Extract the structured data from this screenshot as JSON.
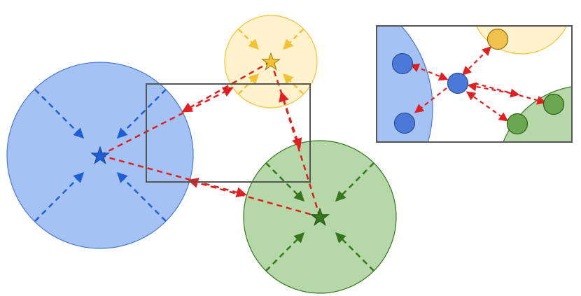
{
  "colors": {
    "background": "#ffffff",
    "blue_fill": "#a4c2f4",
    "blue_stroke": "#4a79d3",
    "blue_arrow": "#1f5fd6",
    "blue_node": "#4a79d9",
    "yellow_fill": "#fff2cc",
    "yellow_stroke": "#f1c232",
    "yellow_arrow": "#f1c232",
    "yellow_node": "#f1c24b",
    "green_fill": "#b6d7a8",
    "green_stroke": "#38761d",
    "green_arrow": "#38761d",
    "green_node": "#6aa84f",
    "inter_arrow": "#e02020",
    "frame": "#555555"
  },
  "clusters": [
    {
      "name": "blue",
      "center_icon": "star-icon"
    },
    {
      "name": "yellow",
      "center_icon": "star-icon"
    },
    {
      "name": "green",
      "center_icon": "star-icon"
    }
  ],
  "inset": {
    "description_icon": "zoom-inset",
    "node_icon": "circle-node-icon"
  }
}
